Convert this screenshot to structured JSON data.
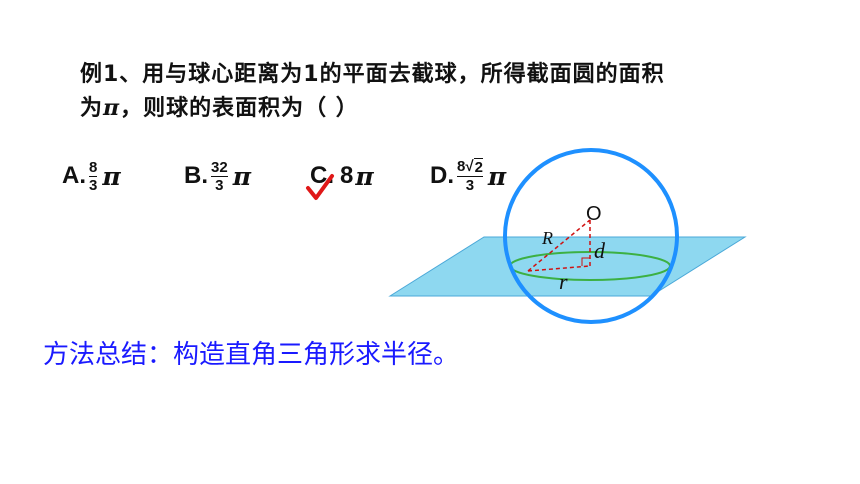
{
  "question": {
    "line1": "例1、用与球心距离为1的平面去截球，所得截面圆的面积",
    "line2_prefix": "为",
    "line2_pi": "π",
    "line2_suffix": "，则球的表面积为（      ）"
  },
  "options": {
    "a": {
      "letter": "A.",
      "num": "8",
      "den": "3",
      "pi": "π"
    },
    "b": {
      "letter": "B.",
      "num": "32",
      "den": "3",
      "pi": "π"
    },
    "c": {
      "letter": "C.",
      "value": "8",
      "pi": "π"
    },
    "d": {
      "letter": "D.",
      "num_coef": "8",
      "num_root": "2",
      "den": "3",
      "pi": "π"
    }
  },
  "correct_mark": "C",
  "figure": {
    "center_label": "O",
    "label_R": "R",
    "label_d": "d",
    "label_r": "r",
    "colors": {
      "sphere": "#1e90ff",
      "plane_fill": "#8ed8f0",
      "section_circle": "#3cb043",
      "triangle": "#d01010"
    }
  },
  "summary": "方法总结：构造直角三角形求半径。"
}
